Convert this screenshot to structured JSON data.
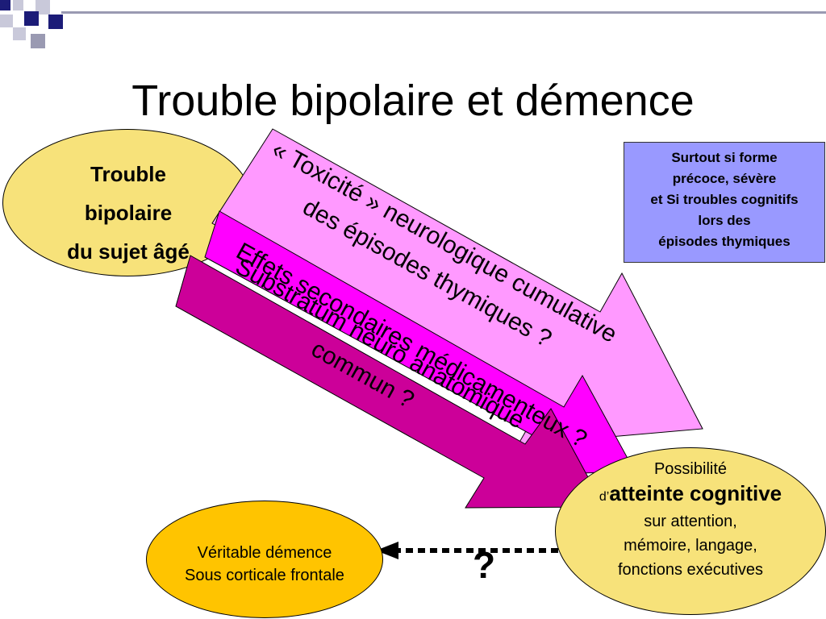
{
  "title": "Trouble bipolaire et démence",
  "bipolar_ellipse": {
    "line1": "Trouble",
    "line2": "bipolaire",
    "line3": "du sujet âgé"
  },
  "arrows": {
    "toxicite": {
      "line1": "« Toxicité » neurologique cumulative",
      "line2": "des épisodes thymiques ?"
    },
    "effets": {
      "line1": "Effets secondaires médicamenteux ?"
    },
    "substratum": {
      "line1": "Substratum neuro anatomique",
      "line2": "commun ?"
    }
  },
  "blue_box": {
    "line1": "Surtout si forme",
    "line2": "précoce, sévère",
    "line3": "et Si troubles cognitifs",
    "line4": "lors des",
    "line5": "épisodes thymiques"
  },
  "cognitive_ellipse": {
    "line1": "Possibilité",
    "prefix": "d’",
    "emphasis": "atteinte cognitive",
    "line3": "sur attention,",
    "line4": "mémoire, langage,",
    "line5": "fonctions exécutives"
  },
  "dementia_ellipse": {
    "line1": "Véritable démence",
    "line2": "Sous corticale frontale"
  },
  "question_mark": "?",
  "colors": {
    "ellipse_yellow": "#f7e27a",
    "ellipse_gold": "#ffc400",
    "arrow_pink": "#ff99ff",
    "arrow_magenta": "#ff00ff",
    "arrow_dark_magenta": "#cc0099",
    "box_blue": "#9999ff",
    "deco_navy": "#1c1c78",
    "deco_grey": "#9a9ab2"
  }
}
